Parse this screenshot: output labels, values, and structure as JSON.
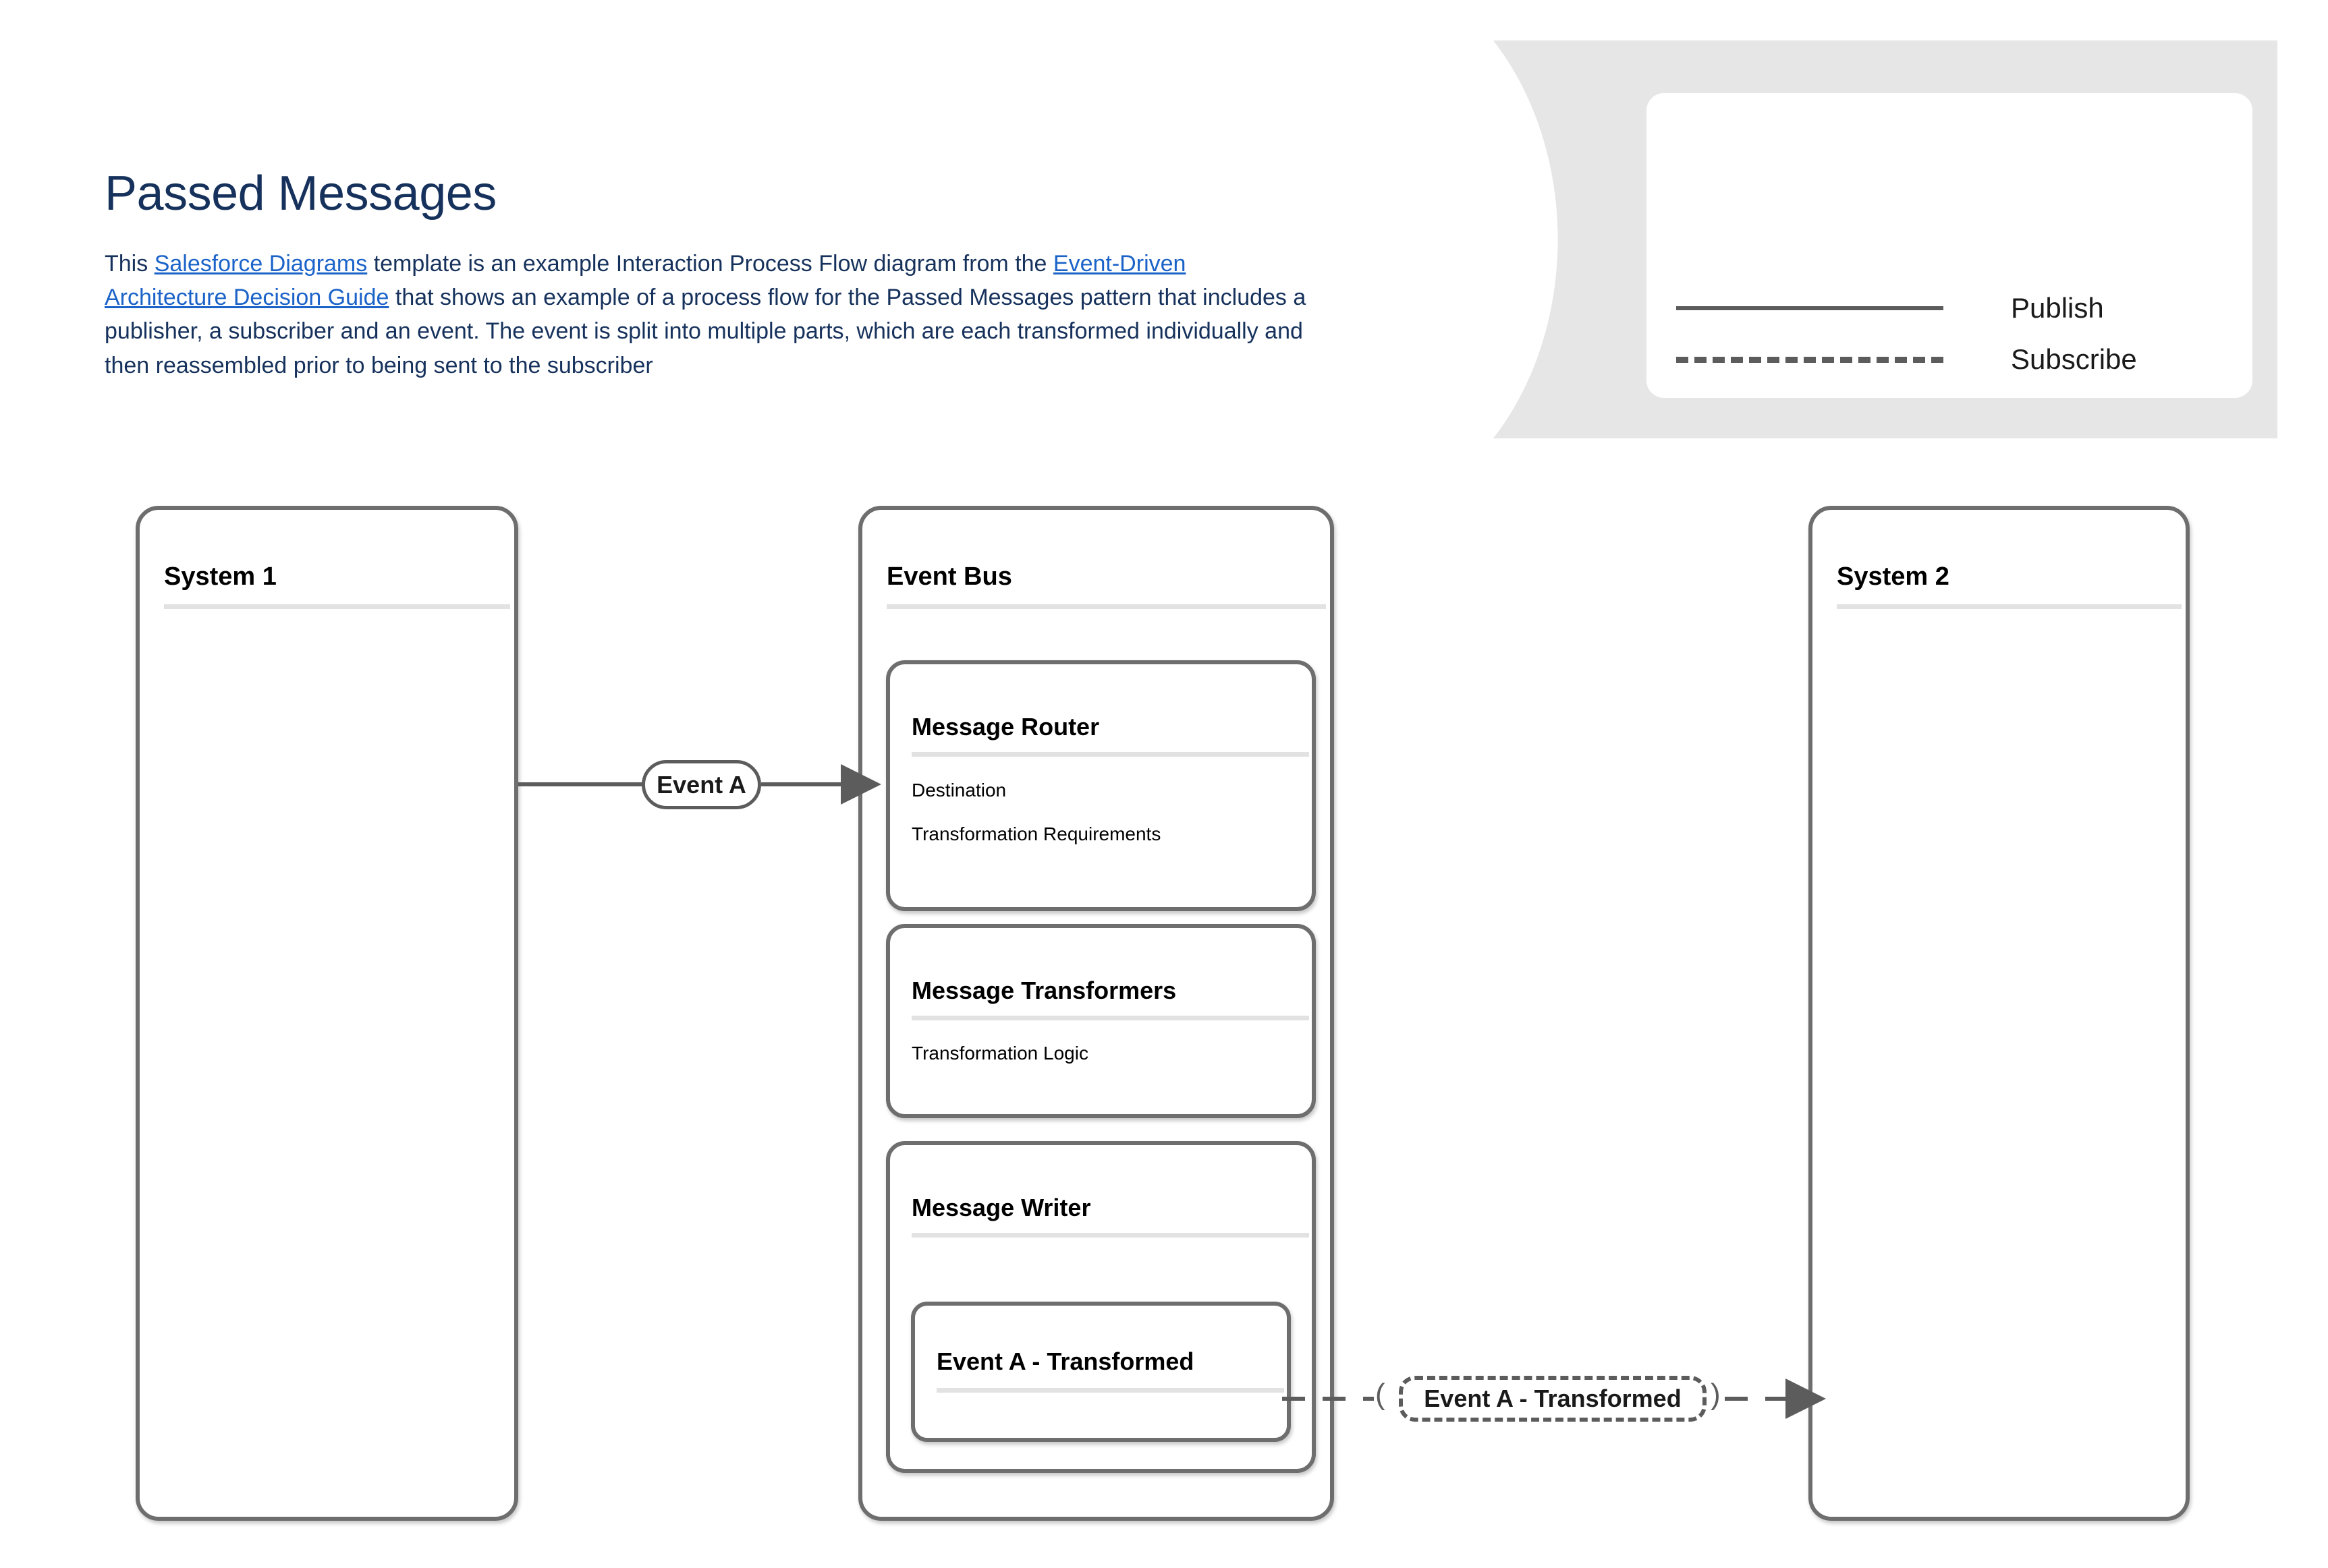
{
  "header": {
    "title": "Passed Messages",
    "description": {
      "seg1": "This ",
      "link1": "Salesforce Diagrams",
      "seg2": " template is an example Interaction Process Flow diagram from the ",
      "link2": "Event-Driven Architecture Decision Guide",
      "seg3": " that shows an example of a process flow for the Passed Messages pattern that includes a publisher, a subscriber and an event.  The event is split into multiple parts, which are each transformed individually and then reassembled prior to being sent to the subscriber"
    }
  },
  "legend": {
    "items": [
      {
        "label": "Publish",
        "style": "solid"
      },
      {
        "label": "Subscribe",
        "style": "dashed"
      }
    ]
  },
  "diagram": {
    "lanes": [
      {
        "title": "System 1"
      },
      {
        "title": "Event Bus"
      },
      {
        "title": "System 2"
      }
    ],
    "cards": [
      {
        "title": "Message Router",
        "fields": [
          "Destination",
          "Transformation Requirements"
        ]
      },
      {
        "title": "Message Transformers",
        "fields": [
          "Transformation Logic"
        ]
      },
      {
        "title": "Message Writer",
        "fields": [],
        "nested": {
          "title": "Event A - Transformed"
        }
      }
    ],
    "connectors": [
      {
        "label": "Event A",
        "style": "solid",
        "from": "System 1",
        "to": "Event Bus"
      },
      {
        "label": "Event A - Transformed",
        "style": "dashed",
        "from": "Event Bus",
        "to": "System 2"
      }
    ]
  },
  "colors": {
    "title": "#16325c",
    "link": "#1b63c8",
    "stroke": "#6e6e6e",
    "banner": "#e6e6e6",
    "rule": "#e2e2e2"
  }
}
